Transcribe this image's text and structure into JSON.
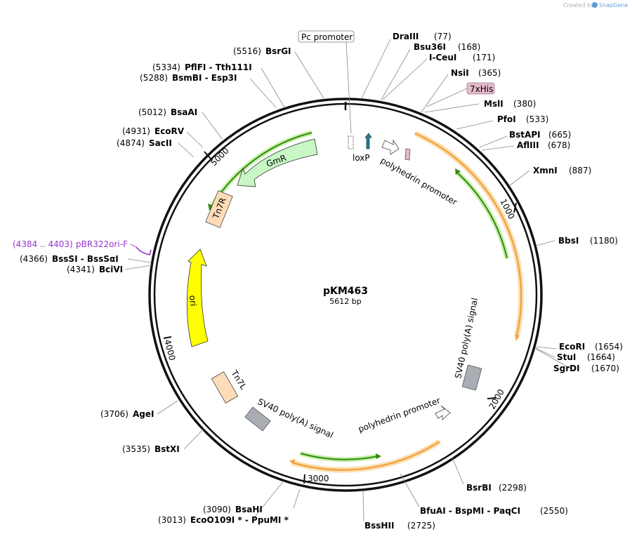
{
  "credit": {
    "created_by": "Created by",
    "brand": "SnapGene"
  },
  "plasmid": {
    "name": "pKM463",
    "size": "5612 bp"
  },
  "ticks": [
    "1000",
    "2000",
    "3000",
    "4000",
    "5000"
  ],
  "features": {
    "loxp": "loxP",
    "polyhedrin_top": "polyhedrin promoter",
    "gmr": "GmR",
    "tn7r": "Tn7R",
    "ori": "ori",
    "tn7l": "Tn7L",
    "sv40_right": "SV40 poly(A) signal",
    "sv40_left": "SV40 poly(A) signal",
    "polyhedrin_bottom": "polyhedrin promoter"
  },
  "boxed": {
    "pc_promoter": "Pc promoter",
    "his_tag": "7xHis"
  },
  "primer": {
    "pos": "(4384 .. 4403)",
    "name": "pBR322ori-F"
  },
  "sites": [
    {
      "name": "DraIII",
      "pos": "(77)"
    },
    {
      "name": "Bsu36I",
      "pos": "(168)"
    },
    {
      "name": "I-CeuI",
      "pos": "(171)"
    },
    {
      "name": "NsiI",
      "pos": "(365)"
    },
    {
      "name": "MslI",
      "pos": "(380)"
    },
    {
      "name": "PfoI",
      "pos": "(533)"
    },
    {
      "name": "BstAPI",
      "pos": "(665)"
    },
    {
      "name": "AflIII",
      "pos": "(678)"
    },
    {
      "name": "XmnI",
      "pos": "(887)"
    },
    {
      "name": "BbsI",
      "pos": "(1180)"
    },
    {
      "name": "EcoRI",
      "pos": "(1654)"
    },
    {
      "name": "StuI",
      "pos": "(1664)"
    },
    {
      "name": "SgrDI",
      "pos": "(1670)"
    },
    {
      "name": "BsrBI",
      "pos": "(2298)"
    },
    {
      "name": "BfuAI - BspMI - PaqCI",
      "pos": "(2550)"
    },
    {
      "name": "BssHII",
      "pos": "(2725)"
    },
    {
      "name": "BsaHI",
      "pos": "(3090)"
    },
    {
      "name": "EcoO109I * - PpuMI *",
      "pos": "(3013)"
    },
    {
      "name": "BstXI",
      "pos": "(3535)"
    },
    {
      "name": "AgeI",
      "pos": "(3706)"
    },
    {
      "name": "BciVI",
      "pos": "(4341)"
    },
    {
      "name": "BssSI - BssSαI",
      "pos": "(4366)"
    },
    {
      "name": "SacII",
      "pos": "(4874)"
    },
    {
      "name": "EcoRV",
      "pos": "(4931)"
    },
    {
      "name": "BsaAI",
      "pos": "(5012)"
    },
    {
      "name": "BsmBI - Esp3I",
      "pos": "(5288)"
    },
    {
      "name": "PflFI - Tth111I",
      "pos": "(5334)"
    },
    {
      "name": "BsrGI",
      "pos": "(5516)"
    }
  ],
  "colors": {
    "backbone": "#111111",
    "orange": "#f4a340",
    "orange_glow": "#fbe0b6",
    "green": "#2e8b10",
    "green_glow": "#c9f0a8",
    "gmr_fill": "#c8f7c5",
    "ori_fill": "#ffff00",
    "tn7_fill": "#ffdcb8",
    "sv40_fill": "#a9adb4",
    "loxp_fill": "#2b7a8c",
    "his_fill": "#e6b9cc",
    "primer": "#9933cc",
    "credit_brand": "#5b9bd5"
  }
}
